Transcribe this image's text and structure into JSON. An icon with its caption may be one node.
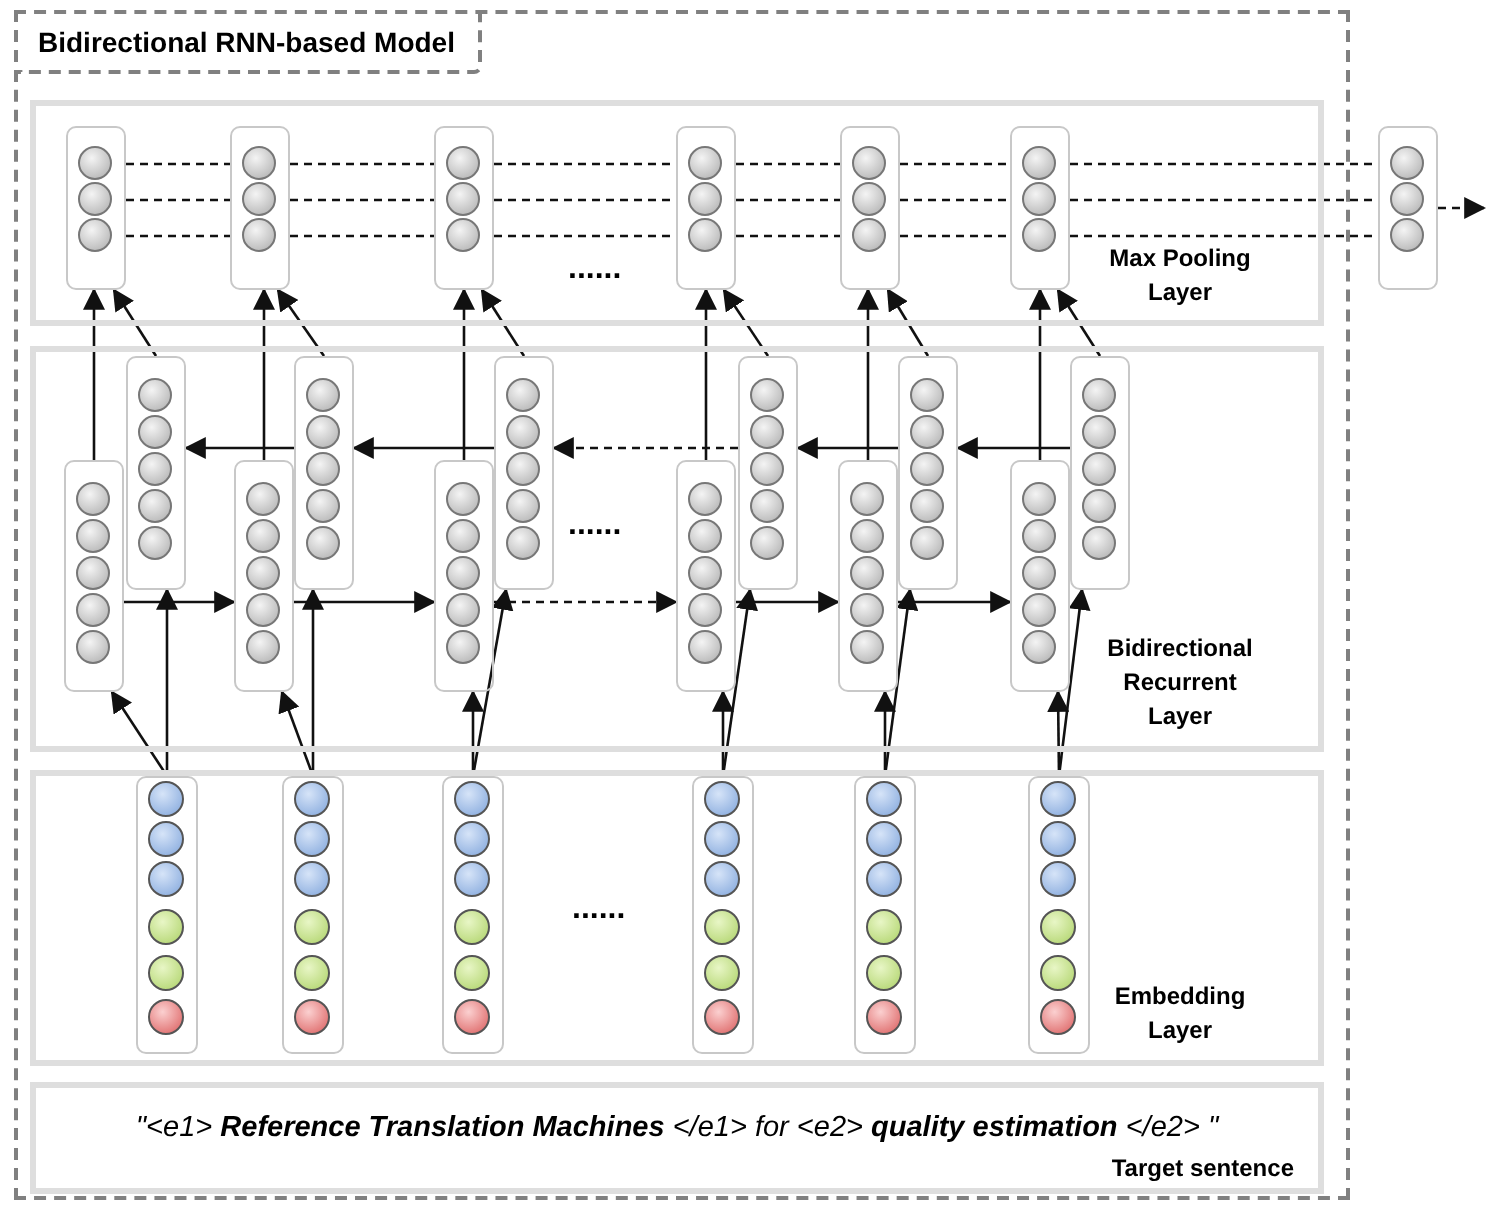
{
  "diagram": {
    "nodes": [
      {
        "text": [
          "Bidirectional RNN-based Model"
        ]
      },
      {
        "text": [
          "Max Pooling Layer"
        ],
        "in": 0
      },
      {
        "text": [],
        "shape": "box",
        "in": 1
      },
      {
        "text": [],
        "shape": "box",
        "in": 1
      },
      {
        "text": [],
        "shape": "box",
        "in": 1
      },
      {
        "text": [],
        "shape": "box",
        "in": 1
      },
      {
        "text": [],
        "shape": "box",
        "in": 1
      },
      {
        "text": [],
        "shape": "box",
        "in": 1
      },
      {
        "text": [],
        "shape": "box"
      },
      {
        "text": [
          "Bidirectional Recurrent Layer"
        ],
        "in": 0
      },
      {
        "text": [],
        "shape": "box",
        "in": 9
      },
      {
        "text": [],
        "shape": "box",
        "in": 9
      },
      {
        "text": [],
        "shape": "box",
        "in": 9
      },
      {
        "text": [],
        "shape": "box",
        "in": 9
      },
      {
        "text": [],
        "shape": "box",
        "in": 9
      },
      {
        "text": [],
        "shape": "box",
        "in": 9
      },
      {
        "text": [],
        "shape": "box",
        "in": 9
      },
      {
        "text": [],
        "shape": "box",
        "in": 9
      },
      {
        "text": [],
        "shape": "box",
        "in": 9
      },
      {
        "text": [],
        "shape": "box",
        "in": 9
      },
      {
        "text": [],
        "shape": "box",
        "in": 9
      },
      {
        "text": [],
        "shape": "box",
        "in": 9
      },
      {
        "text": [
          "Embedding Layer"
        ],
        "in": 0
      },
      {
        "text": [],
        "shape": "box",
        "in": 22
      },
      {
        "text": [],
        "shape": "box",
        "in": 22
      },
      {
        "text": [],
        "shape": "box",
        "in": 22
      },
      {
        "text": [],
        "shape": "box",
        "in": 22
      },
      {
        "text": [],
        "shape": "box",
        "in": 22
      },
      {
        "text": [],
        "shape": "box",
        "in": 22
      },
      {
        "text": [
          "\"<e1> **Reference Translation Machines** </e1> for <e2> **quality estimation** </e2> \"",
          "Target sentence"
        ],
        "in": 0
      }
    ],
    "edges": [
      {
        "from": 2,
        "to": 3,
        "arrow": "none",
        "style": "dashed"
      },
      {
        "from": 3,
        "to": 4,
        "arrow": "none",
        "style": "dashed"
      },
      {
        "from": 4,
        "to": 5,
        "arrow": "none",
        "style": "dashed"
      },
      {
        "from": 5,
        "to": 6,
        "arrow": "none",
        "style": "dashed"
      },
      {
        "from": 6,
        "to": 7,
        "arrow": "none",
        "style": "dashed"
      },
      {
        "from": 7,
        "to": 8,
        "arrow": "none",
        "style": "dashed"
      },
      {
        "from": 8,
        "to": null,
        "arrow": "to",
        "style": "dashed"
      },
      {
        "from": 10,
        "to": 12,
        "arrow": "to"
      },
      {
        "from": 12,
        "to": 14,
        "arrow": "to"
      },
      {
        "from": 14,
        "to": 16,
        "arrow": "to",
        "style": "dashed"
      },
      {
        "from": 16,
        "to": 18,
        "arrow": "to"
      },
      {
        "from": 18,
        "to": 20,
        "arrow": "to"
      },
      {
        "from": 13,
        "to": 11,
        "arrow": "to"
      },
      {
        "from": 15,
        "to": 13,
        "arrow": "to"
      },
      {
        "from": 17,
        "to": 15,
        "arrow": "to",
        "style": "dashed"
      },
      {
        "from": 19,
        "to": 17,
        "arrow": "to"
      },
      {
        "from": 21,
        "to": 19,
        "arrow": "to"
      },
      {
        "from": 10,
        "to": 2,
        "arrow": "to"
      },
      {
        "from": 11,
        "to": 2,
        "arrow": "to"
      },
      {
        "from": 12,
        "to": 3,
        "arrow": "to"
      },
      {
        "from": 13,
        "to": 3,
        "arrow": "to"
      },
      {
        "from": 14,
        "to": 4,
        "arrow": "to"
      },
      {
        "from": 15,
        "to": 4,
        "arrow": "to"
      },
      {
        "from": 16,
        "to": 5,
        "arrow": "to"
      },
      {
        "from": 17,
        "to": 5,
        "arrow": "to"
      },
      {
        "from": 18,
        "to": 6,
        "arrow": "to"
      },
      {
        "from": 19,
        "to": 6,
        "arrow": "to"
      },
      {
        "from": 20,
        "to": 7,
        "arrow": "to"
      },
      {
        "from": 21,
        "to": 7,
        "arrow": "to"
      },
      {
        "from": 23,
        "to": 10,
        "arrow": "to"
      },
      {
        "from": 23,
        "to": 11,
        "arrow": "to"
      },
      {
        "from": 24,
        "to": 12,
        "arrow": "to"
      },
      {
        "from": 24,
        "to": 13,
        "arrow": "to"
      },
      {
        "from": 25,
        "to": 14,
        "arrow": "to"
      },
      {
        "from": 25,
        "to": 15,
        "arrow": "to"
      },
      {
        "from": 26,
        "to": 16,
        "arrow": "to"
      },
      {
        "from": 26,
        "to": 17,
        "arrow": "to"
      },
      {
        "from": 27,
        "to": 18,
        "arrow": "to"
      },
      {
        "from": 27,
        "to": 19,
        "arrow": "to"
      },
      {
        "from": 28,
        "to": 20,
        "arrow": "to"
      },
      {
        "from": 28,
        "to": 21,
        "arrow": "to"
      }
    ],
    "labels": [
      "......",
      "......",
      "......"
    ]
  }
}
